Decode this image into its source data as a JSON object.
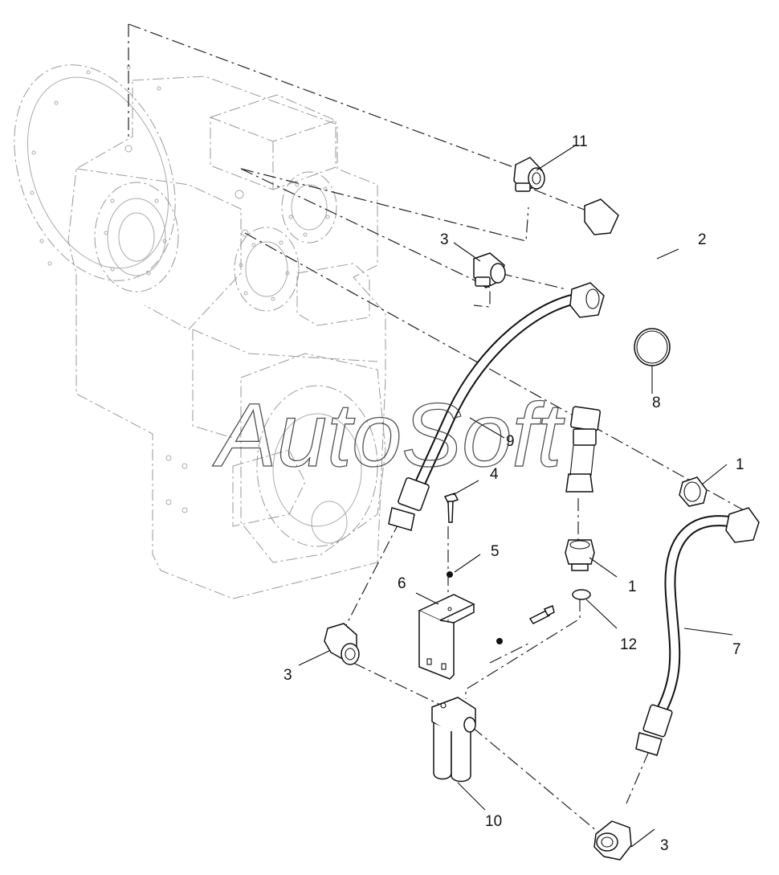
{
  "watermark": "AutoSoft",
  "callouts": [
    {
      "id": "c11",
      "label": "11"
    },
    {
      "id": "c2",
      "label": "2"
    },
    {
      "id": "c3a",
      "label": "3"
    },
    {
      "id": "c8",
      "label": "8"
    },
    {
      "id": "c9",
      "label": "9"
    },
    {
      "id": "c1a",
      "label": "1"
    },
    {
      "id": "c4",
      "label": "4"
    },
    {
      "id": "c5",
      "label": "5"
    },
    {
      "id": "c1b",
      "label": "1"
    },
    {
      "id": "c6",
      "label": "6"
    },
    {
      "id": "c12",
      "label": "12"
    },
    {
      "id": "c7",
      "label": "7"
    },
    {
      "id": "c3b",
      "label": "3"
    },
    {
      "id": "c10",
      "label": "10"
    },
    {
      "id": "c3c",
      "label": "3"
    }
  ]
}
